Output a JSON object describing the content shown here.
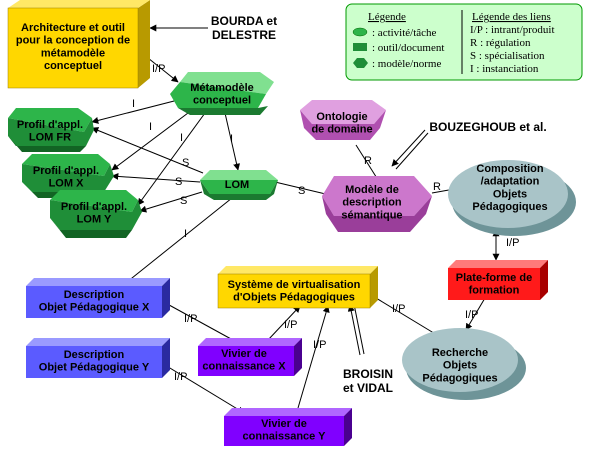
{
  "nodes": {
    "architecture": "Architecture et outil|pour la conception de|métamodèle|conceptuel",
    "metamodele": "Métamodèle|conceptuel",
    "profil_fr": "Profil d'appl.|LOM FR",
    "profil_x": "Profil d'appl.|LOM X",
    "profil_y": "Profil d'appl.|LOM Y",
    "lom": "LOM",
    "ontologie": "Ontologie|de domaine",
    "modele": "Modèle de|description|sémantique",
    "composition": "Composition|/adaptation|Objets|Pédagogiques",
    "plateforme": "Plate-forme de|formation",
    "recherche": "Recherche|Objets|Pédagogiques",
    "systeme": "Système de virtualisation|d'Objets Pédagogiques",
    "desc_x": "Description|Objet Pédagogique X",
    "desc_y": "Description|Objet Pédagogique Y",
    "vivier_x": "Vivier de|connaissance X",
    "vivier_y": "Vivier de|connaissance Y"
  },
  "authors": {
    "bourda": "BOURDA et|DELESTRE",
    "bouzeghoub": "BOUZEGHOUB et al.",
    "broisin": "BROISIN|et VIDAL"
  },
  "edge_labels": {
    "ip": "I/P",
    "i": "I",
    "s": "S",
    "r": "R"
  },
  "legend": {
    "title_left": "Légende",
    "title_right": "Légende des liens",
    "activity": ": activité/tâche",
    "tool": ": outil/document",
    "model": ": modèle/norme",
    "ip": "I/P : intrant/produit",
    "r": "R : régulation",
    "s": "S : spécialisation",
    "i": "I : instanciation"
  },
  "colors": {
    "yellow": "#FFD700",
    "green": "#2DB54A",
    "violet": "#CC77CC",
    "teal": "#A9C4C8",
    "red": "#FF1A1A",
    "blue": "#5B5BFF",
    "purple": "#8000FF",
    "legend_bg": "#CCFFCC"
  }
}
